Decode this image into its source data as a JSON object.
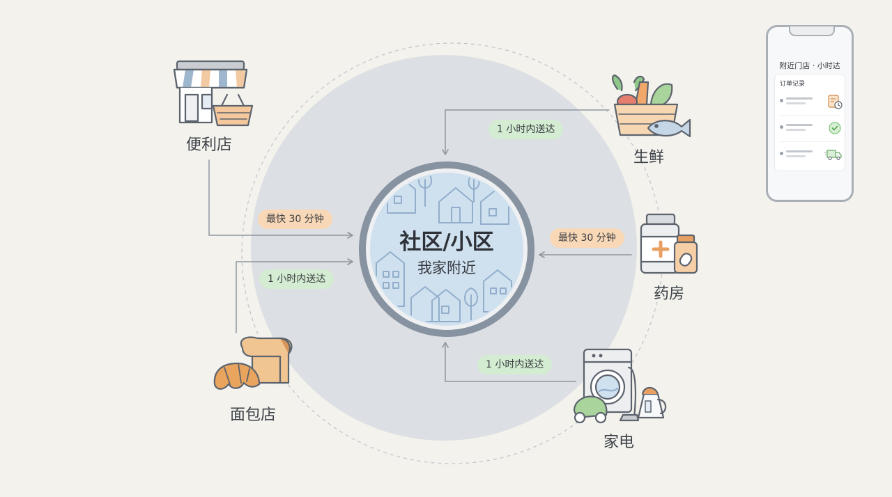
{
  "center": {
    "title": "社区/小区",
    "subtitle": "我家附近"
  },
  "nodes": {
    "convenience": "便利店",
    "fresh": "生鲜",
    "pharmacy": "药房",
    "bakery": "面包店",
    "appliance": "家电"
  },
  "edges": {
    "convenience": "最快 30 分钟",
    "fresh": "1 小时内送达",
    "pharmacy": "最快 30 分钟",
    "bakery": "1 小时内送达",
    "appliance": "1 小时内送达"
  },
  "phone": {
    "title": "附近门店 · 小时达",
    "card_title": "订单记录"
  },
  "colors": {
    "background": "#f3f2ed",
    "disc": "#dcdfe3",
    "arrow": "#8f96a0",
    "fast_pill": "#f9d8b8",
    "hour_pill": "#d3ecd2",
    "accent_orange": "#e9a15f",
    "accent_green": "#7cc47a"
  },
  "icons": {
    "convenience": "storefront-basket-icon",
    "fresh": "vegetables-fish-basket-icon",
    "pharmacy": "medicine-bottles-icon",
    "bakery": "bread-croissant-icon",
    "appliance": "washer-vacuum-kettle-icon",
    "center": "neighborhood-houses-icon",
    "phone": "mobile-app-icon"
  }
}
